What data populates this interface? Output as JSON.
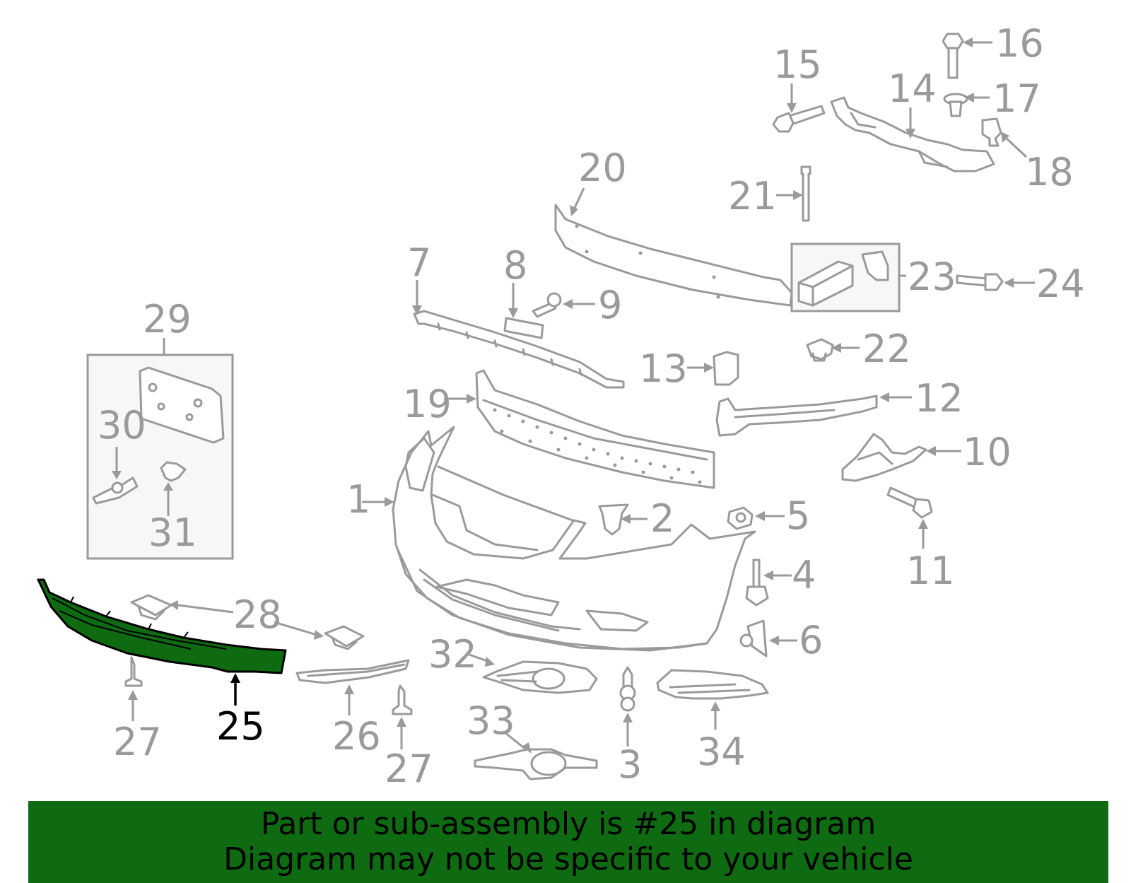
{
  "colors": {
    "line_gray": "#9a9a9a",
    "highlight_part": "#0f6b12",
    "banner_bg": "#0f6b12",
    "highlight_callout": "#000000"
  },
  "highlighted_part": "25",
  "callouts": {
    "c1": "1",
    "c2": "2",
    "c3": "3",
    "c4": "4",
    "c5": "5",
    "c6": "6",
    "c7": "7",
    "c8": "8",
    "c9": "9",
    "c10": "10",
    "c11": "11",
    "c12": "12",
    "c13": "13",
    "c14": "14",
    "c15": "15",
    "c16": "16",
    "c17": "17",
    "c18": "18",
    "c19": "19",
    "c20": "20",
    "c21": "21",
    "c22": "22",
    "c23": "23",
    "c24": "24",
    "c25": "25",
    "c26": "26",
    "c27a": "27",
    "c27b": "27",
    "c28": "28",
    "c29": "29",
    "c30": "30",
    "c31": "31",
    "c32": "32",
    "c33": "33",
    "c34": "34"
  },
  "banner": {
    "line1": "Part or sub-assembly is #25 in diagram",
    "line2": "Diagram may not be specific to your vehicle"
  }
}
